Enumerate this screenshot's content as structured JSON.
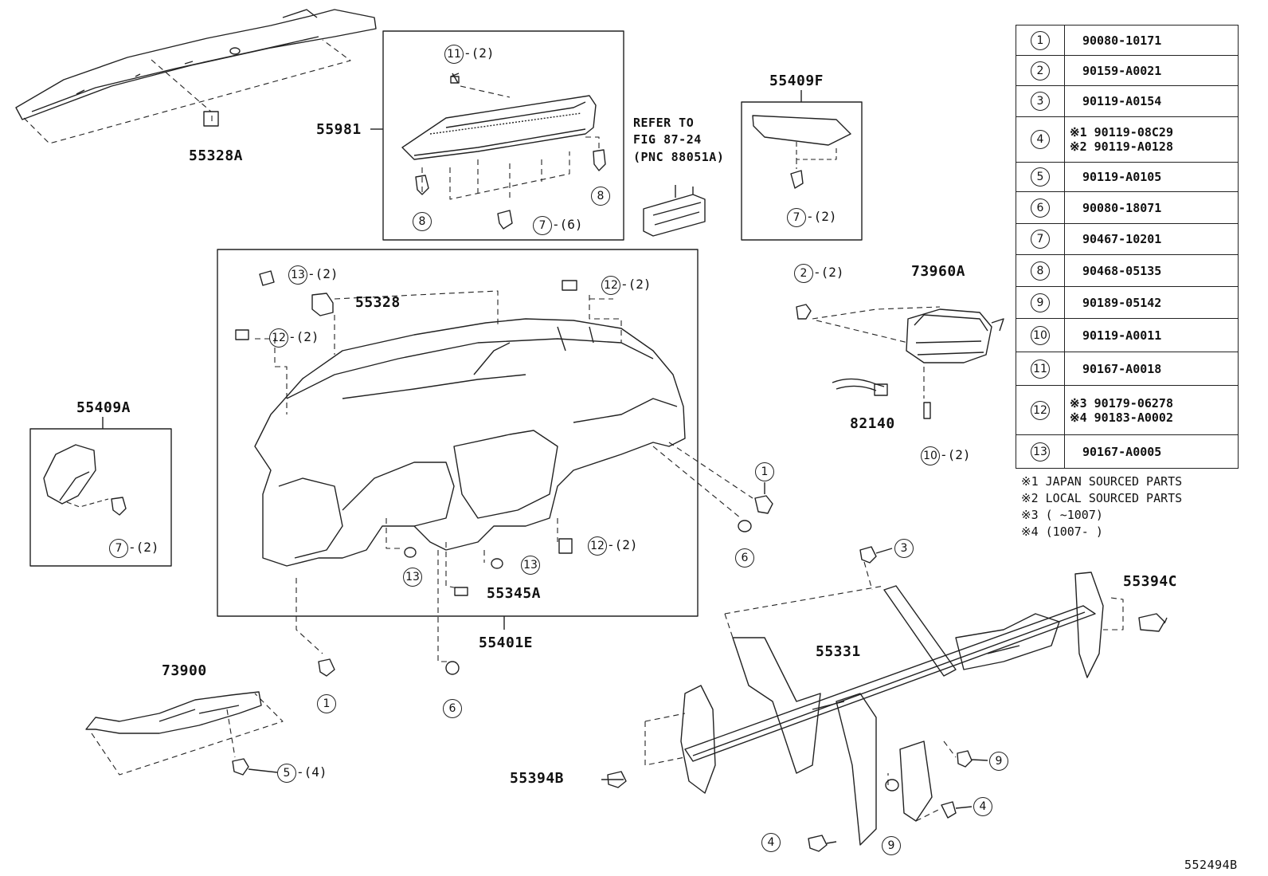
{
  "labels": {
    "p55328A": "55328A",
    "p55981": "55981",
    "refer": "REFER TO",
    "fig": "FIG 87-24",
    "pnc": "(PNC 88051A)",
    "p55409F": "55409F",
    "p55328": "55328",
    "p73960A": "73960A",
    "p55409A": "55409A",
    "p82140": "82140",
    "p55345A": "55345A",
    "p55401E": "55401E",
    "p55394C": "55394C",
    "p55331": "55331",
    "p73900": "73900",
    "p55394B": "55394B",
    "diagram_id": "552494B"
  },
  "callouts": [
    {
      "n": "11",
      "qty": "-(2)"
    },
    {
      "n": "8",
      "qty": ""
    },
    {
      "n": "8",
      "qty": ""
    },
    {
      "n": "7",
      "qty": "-(6)"
    },
    {
      "n": "7",
      "qty": "-(2)"
    },
    {
      "n": "13",
      "qty": "-(2)"
    },
    {
      "n": "12",
      "qty": "-(2)"
    },
    {
      "n": "12",
      "qty": "-(2)"
    },
    {
      "n": "2",
      "qty": "-(2)"
    },
    {
      "n": "10",
      "qty": "-(2)"
    },
    {
      "n": "1",
      "qty": ""
    },
    {
      "n": "6",
      "qty": ""
    },
    {
      "n": "12",
      "qty": "-(2)"
    },
    {
      "n": "13",
      "qty": ""
    },
    {
      "n": "13",
      "qty": ""
    },
    {
      "n": "7",
      "qty": "-(2)"
    },
    {
      "n": "3",
      "qty": ""
    },
    {
      "n": "1",
      "qty": ""
    },
    {
      "n": "6",
      "qty": ""
    },
    {
      "n": "5",
      "qty": "-(4)"
    },
    {
      "n": "9",
      "qty": ""
    },
    {
      "n": "4",
      "qty": ""
    },
    {
      "n": "4",
      "qty": ""
    },
    {
      "n": "9",
      "qty": ""
    }
  ],
  "parts_table": [
    {
      "n": "1",
      "lines": [
        "90080-10171"
      ]
    },
    {
      "n": "2",
      "lines": [
        "90159-A0021"
      ]
    },
    {
      "n": "3",
      "lines": [
        "90119-A0154"
      ]
    },
    {
      "n": "4",
      "lines": [
        "※1 90119-08C29",
        "※2 90119-A0128"
      ]
    },
    {
      "n": "5",
      "lines": [
        "90119-A0105"
      ]
    },
    {
      "n": "6",
      "lines": [
        "90080-18071"
      ]
    },
    {
      "n": "7",
      "lines": [
        "90467-10201"
      ]
    },
    {
      "n": "8",
      "lines": [
        "90468-05135"
      ]
    },
    {
      "n": "9",
      "lines": [
        "90189-05142"
      ]
    },
    {
      "n": "10",
      "lines": [
        "90119-A0011"
      ]
    },
    {
      "n": "11",
      "lines": [
        "90167-A0018"
      ]
    },
    {
      "n": "12",
      "lines": [
        "※3 90179-06278",
        "※4 90183-A0002"
      ]
    },
    {
      "n": "13",
      "lines": [
        "90167-A0005"
      ]
    }
  ],
  "footnotes": [
    "※1 JAPAN SOURCED PARTS",
    "※2 LOCAL SOURCED PARTS",
    "※3 (   ~1007)",
    "※4 (1007-   )"
  ]
}
